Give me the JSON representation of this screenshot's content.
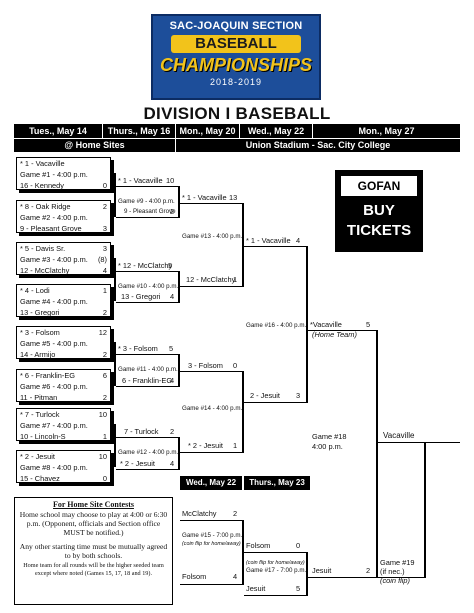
{
  "logo": {
    "line1": "SAC-JOAQUIN SECTION",
    "line2": "BASEBALL",
    "line3": "CHAMPIONSHIPS",
    "line4": "2018-2019"
  },
  "title": "DIVISION I BASEBALL",
  "dates": [
    "Tues., May 14",
    "Thurs., May 16",
    "Mon., May 20",
    "Wed., May 22",
    "Mon., May 27"
  ],
  "sites": {
    "home": "@ Home Sites",
    "stadium": "Union Stadium - Sac. City College"
  },
  "round1": [
    {
      "team1": "* 1 - Vacaville",
      "game": "Game #1 - 4:00 p.m.",
      "team2": "16 - Kennedy",
      "score1": "",
      "score2": "0"
    },
    {
      "team1": "* 8 - Oak Ridge",
      "game": "Game #2 - 4:00 p.m.",
      "team2": "9 - Pleasant Grove",
      "score1": "2",
      "score2": "3"
    },
    {
      "team1": "* 5 - Davis Sr.",
      "game": "Game #3 - 4:00 p.m.",
      "team2": "12 - McClatchy",
      "score1": "3",
      "game_score": "(8)",
      "score2": "4"
    },
    {
      "team1": "* 4 - Lodi",
      "game": "Game #4 - 4:00 p.m.",
      "team2": "13 - Gregori",
      "score1": "1",
      "score2": "2"
    },
    {
      "team1": "* 3 - Folsom",
      "game": "Game #5 - 4:00 p.m.",
      "team2": "14 - Armijo",
      "score1": "12",
      "score2": "2"
    },
    {
      "team1": "* 6 - Franklin-EG",
      "game": "Game #6 - 4:00 p.m.",
      "team2": "11 - Pitman",
      "score1": "6",
      "score2": "2"
    },
    {
      "team1": "* 7 - Turlock",
      "game": "Game #7 - 4:00 p.m.",
      "team2": "10 - Lincoln-S",
      "score1": "10",
      "score2": "1"
    },
    {
      "team1": "* 2 - Jesuit",
      "game": "Game #8 - 4:00 p.m.",
      "team2": "15 - Chavez",
      "score1": "10",
      "score2": "0"
    }
  ],
  "round2": [
    {
      "team1": "* 1 - Vacaville",
      "score1": "10",
      "game": "Game #9 - 4:00 p.m.",
      "team2": "9 - Pleasant Grove",
      "score2": "2"
    },
    {
      "team1": "* 12 - McClatchy",
      "score1": "5",
      "game": "Game #10 - 4:00 p.m.",
      "team2": "13 - Gregori",
      "score2": "4"
    },
    {
      "team1": "* 3 - Folsom",
      "score1": "5",
      "game": "Game #11 - 4:00 p.m.",
      "team2": "6 - Franklin-EG",
      "score2": "4"
    },
    {
      "team1": "7 - Turlock",
      "score1": "2",
      "game": "Game #12 - 4:00 p.m.",
      "team2": "* 2 - Jesuit",
      "score2": "4"
    }
  ],
  "round3": [
    {
      "team1": "* 1 - Vacaville",
      "score1": "13",
      "game": "Game #13 - 4:00 p.m.",
      "team2": "12 - McClatchy",
      "score2": "1"
    },
    {
      "team1": "3 - Folsom",
      "score1": "0",
      "game": "Game #14 - 4:00 p.m.",
      "team2": "* 2 - Jesuit",
      "score2": "1"
    }
  ],
  "round4": {
    "team1": "* 1 - Vacaville",
    "score1": "4",
    "game": "Game #16 - 4:00 p.m.",
    "team2": "2 - Jesuit",
    "score2": "3"
  },
  "finals": {
    "team1": "*Vacaville",
    "team1_note": "(Home Team)",
    "score1": "5",
    "game": "Game #18",
    "time": "4:00 p.m.",
    "team2": "Jesuit",
    "score2": "2",
    "champion": "Vacaville",
    "game19": "Game #19",
    "game19_note1": "(if nec.)",
    "game19_note2": "(coin flip)"
  },
  "lower_dates": {
    "d1": "Wed., May 22",
    "d2": "Thurs., May 23"
  },
  "game15": {
    "team1": "McClatchy",
    "score1": "2",
    "game": "Game #15 - 7:00 p.m.",
    "note": "(coin flip for home/away)",
    "team2": "Folsom",
    "score2": "4"
  },
  "game17": {
    "team1": "Folsom",
    "score1": "0",
    "note": "(coin flip for home/away)",
    "game": "Game #17 - 7:00 p.m.",
    "team2": "Jesuit",
    "score2": "5"
  },
  "ticket": {
    "brand": "GOFAN",
    "buy1": "BUY",
    "buy2": "TICKETS"
  },
  "contest": {
    "heading": "For Home Site Contests",
    "p1": "Home school may choose to play at 4:00 or 6:30 p.m. (Opponent, officials and Section office MUST be notified.)",
    "p2": "Any other starting time must be mutually agreed to by both schools.",
    "p3": "Home team for all rounds will be the higher seeded team except where noted (Games 15, 17, 18 and 19)."
  }
}
